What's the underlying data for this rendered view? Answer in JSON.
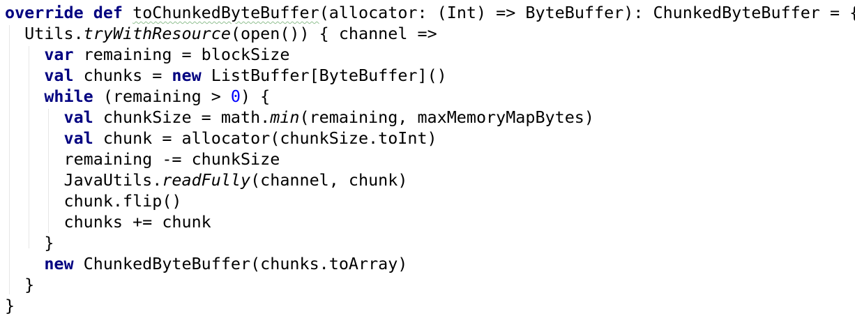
{
  "code_lines": [
    [
      {
        "t": "override",
        "c": "kw"
      },
      {
        "t": " ",
        "c": ""
      },
      {
        "t": "def",
        "c": "kw"
      },
      {
        "t": " ",
        "c": ""
      },
      {
        "t": "toChunkedByteBuffer",
        "c": "wavy"
      },
      {
        "t": "(allocator: (Int) => ByteBuffer): ChunkedByteBuffer = {",
        "c": ""
      }
    ],
    [
      {
        "t": "  Utils.",
        "c": ""
      },
      {
        "t": "tryWithResource",
        "c": "it"
      },
      {
        "t": "(open()) { channel =>",
        "c": ""
      }
    ],
    [
      {
        "t": "    ",
        "c": ""
      },
      {
        "t": "var",
        "c": "kw"
      },
      {
        "t": " remaining = blockSize",
        "c": ""
      }
    ],
    [
      {
        "t": "    ",
        "c": ""
      },
      {
        "t": "val",
        "c": "kw"
      },
      {
        "t": " chunks = ",
        "c": ""
      },
      {
        "t": "new",
        "c": "kw"
      },
      {
        "t": " ListBuffer[ByteBuffer]()",
        "c": ""
      }
    ],
    [
      {
        "t": "    ",
        "c": ""
      },
      {
        "t": "while",
        "c": "kw"
      },
      {
        "t": " (remaining > ",
        "c": ""
      },
      {
        "t": "0",
        "c": "num"
      },
      {
        "t": ") {",
        "c": ""
      }
    ],
    [
      {
        "t": "      ",
        "c": ""
      },
      {
        "t": "val",
        "c": "kw"
      },
      {
        "t": " chunkSize = math.",
        "c": ""
      },
      {
        "t": "min",
        "c": "it"
      },
      {
        "t": "(remaining, maxMemoryMapBytes)",
        "c": ""
      }
    ],
    [
      {
        "t": "      ",
        "c": ""
      },
      {
        "t": "val",
        "c": "kw"
      },
      {
        "t": " chunk = allocator(chunkSize.toInt)",
        "c": ""
      }
    ],
    [
      {
        "t": "      remaining -= chunkSize",
        "c": ""
      }
    ],
    [
      {
        "t": "      JavaUtils.",
        "c": ""
      },
      {
        "t": "readFully",
        "c": "it"
      },
      {
        "t": "(channel, chunk)",
        "c": ""
      }
    ],
    [
      {
        "t": "      chunk.flip()",
        "c": ""
      }
    ],
    [
      {
        "t": "      chunks += chunk",
        "c": ""
      }
    ],
    [
      {
        "t": "    }",
        "c": ""
      }
    ],
    [
      {
        "t": "    ",
        "c": ""
      },
      {
        "t": "new",
        "c": "kw"
      },
      {
        "t": " ChunkedByteBuffer(chunks.toArray)",
        "c": ""
      }
    ],
    [
      {
        "t": "  }",
        "c": ""
      }
    ],
    [
      {
        "t": "}",
        "c": ""
      }
    ]
  ],
  "colors": {
    "keyword": "#000080",
    "number": "#0000ff",
    "text": "#000000",
    "background": "#ffffff",
    "indent_guide": "#e6e6e6",
    "typo_underline": "#8fbf8f"
  }
}
